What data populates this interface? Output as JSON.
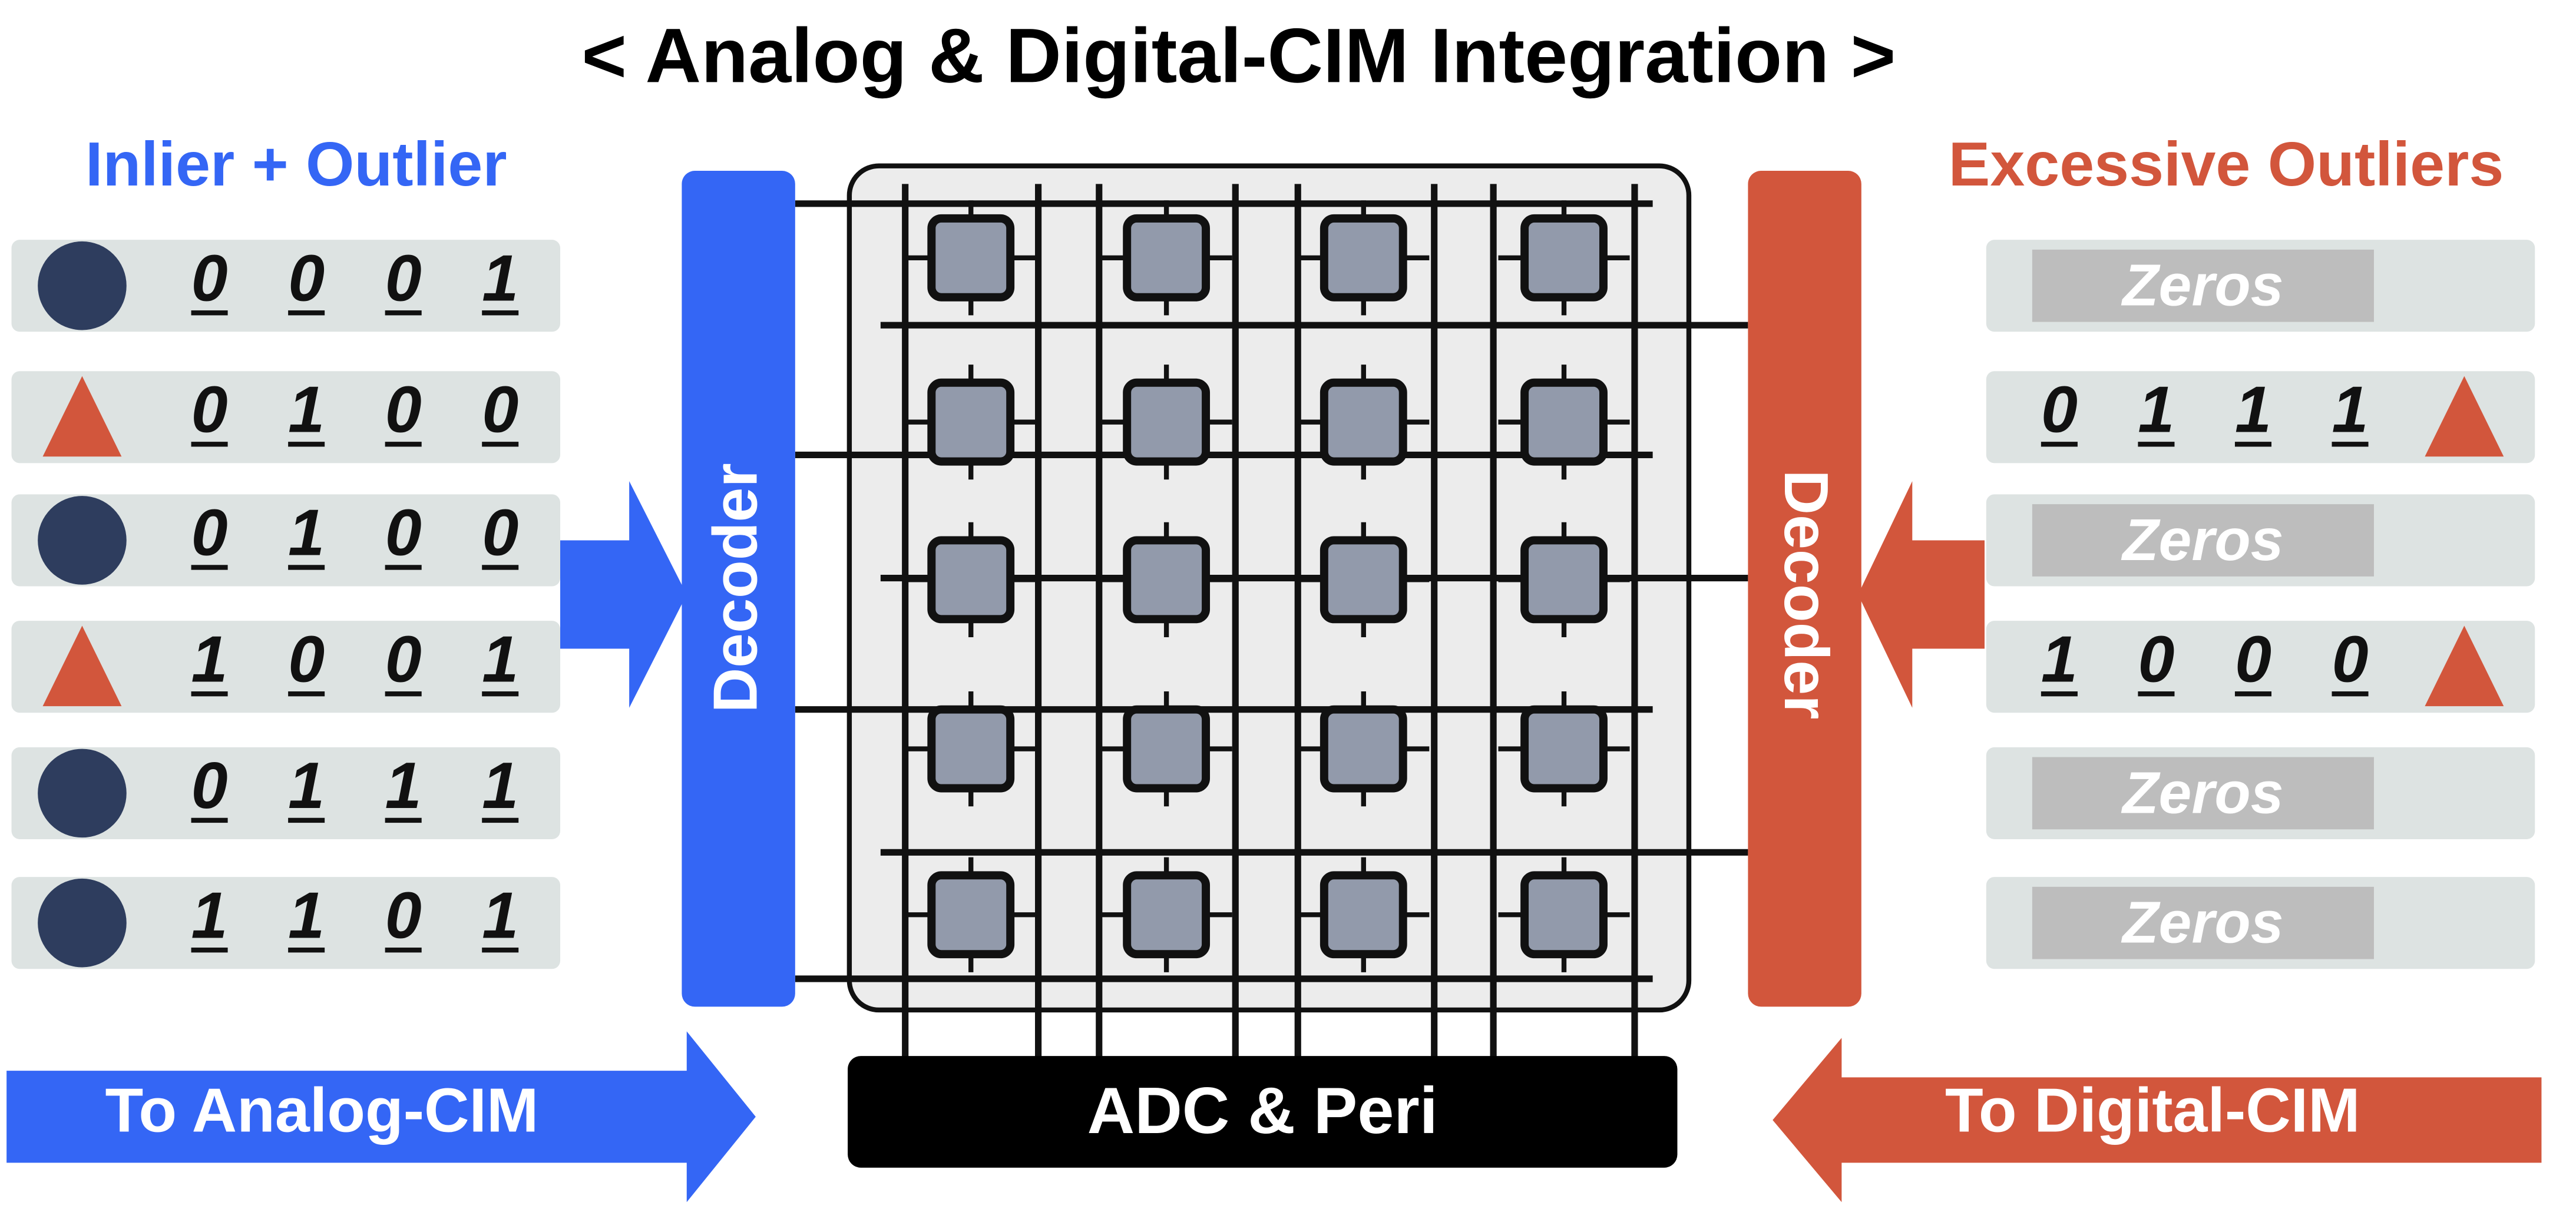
{
  "title": "< Analog & Digital-CIM Integration >",
  "left_panel": {
    "heading": "Inlier + Outlier",
    "rows": [
      {
        "shape": "circle",
        "bits": [
          "0",
          "0",
          "0",
          "1"
        ]
      },
      {
        "shape": "triangle",
        "bits": [
          "0",
          "1",
          "0",
          "0"
        ]
      },
      {
        "shape": "circle",
        "bits": [
          "0",
          "1",
          "0",
          "0"
        ]
      },
      {
        "shape": "triangle",
        "bits": [
          "1",
          "0",
          "0",
          "1"
        ]
      },
      {
        "shape": "circle",
        "bits": [
          "0",
          "1",
          "1",
          "1"
        ]
      },
      {
        "shape": "circle",
        "bits": [
          "1",
          "1",
          "0",
          "1"
        ]
      }
    ]
  },
  "right_panel": {
    "heading": "Excessive Outliers",
    "rows": [
      {
        "type": "zeros",
        "label": "Zeros"
      },
      {
        "type": "bits",
        "bits": [
          "0",
          "1",
          "1",
          "1"
        ],
        "shape": "triangle"
      },
      {
        "type": "zeros",
        "label": "Zeros"
      },
      {
        "type": "bits",
        "bits": [
          "1",
          "0",
          "0",
          "0"
        ],
        "shape": "triangle"
      },
      {
        "type": "zeros",
        "label": "Zeros"
      },
      {
        "type": "zeros",
        "label": "Zeros"
      }
    ]
  },
  "decoder_left": "Decoder",
  "decoder_right": "Decoder",
  "adc_label": "ADC & Peri",
  "arrow_left_label": "To Analog-CIM",
  "arrow_right_label": "To Digital-CIM",
  "array": {
    "rows": 5,
    "cols": 4
  },
  "colors": {
    "blue": "#3466f5",
    "red": "#d2563c",
    "navy": "#2e3d5e",
    "row_bg": "#dde3e2",
    "cell_fill": "#929aab",
    "array_bg": "#ececec",
    "zeros_bg": "#bdbdbd"
  }
}
